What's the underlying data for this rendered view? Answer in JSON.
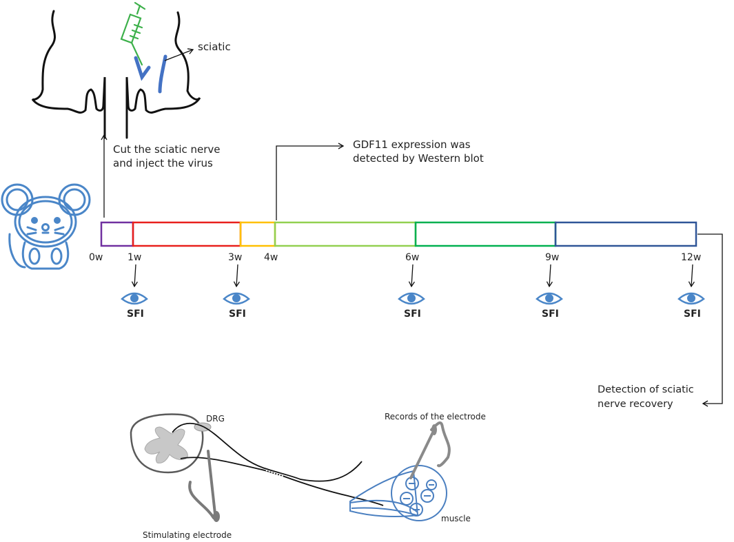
{
  "surgery": {
    "sciatic_label": "sciatic",
    "step_line1": "Cut the sciatic nerve",
    "step_line2": "and inject the virus"
  },
  "western": {
    "line1": "GDF11 expression was",
    "line2": "detected by Western blot"
  },
  "recovery": {
    "line1": "Detection of sciatic",
    "line2": "nerve recovery"
  },
  "timeline": {
    "ticks": [
      "0w",
      "1w",
      "3w",
      "4w",
      "6w",
      "9w",
      "12w"
    ],
    "segments": [
      {
        "from": "0w",
        "to": "1w",
        "color": "#7030a0"
      },
      {
        "from": "1w",
        "to": "3w",
        "color": "#e8201c"
      },
      {
        "from": "3w",
        "to": "4w",
        "color": "#ffc000"
      },
      {
        "from": "4w",
        "to": "6w",
        "color": "#92d050"
      },
      {
        "from": "6w",
        "to": "9w",
        "color": "#00b050"
      },
      {
        "from": "9w",
        "to": "12w",
        "color": "#2f5597"
      }
    ],
    "sfi_label": "SFI",
    "sfi_points": [
      "1w",
      "3w",
      "6w",
      "9w",
      "12w"
    ]
  },
  "electrophysiology": {
    "drg_label": "DRG",
    "records_label": "Records of the electrode",
    "muscle_label": "muscle",
    "stim_label": "Stimulating electrode"
  },
  "icons": [
    "mouse-icon",
    "syringe-icon",
    "eye-icon"
  ],
  "colors": {
    "icon_blue": "#4a86c8",
    "syringe_green": "#3cb04a",
    "muscle_blue": "#4a7fc0",
    "gray": "#8a8a8a"
  }
}
